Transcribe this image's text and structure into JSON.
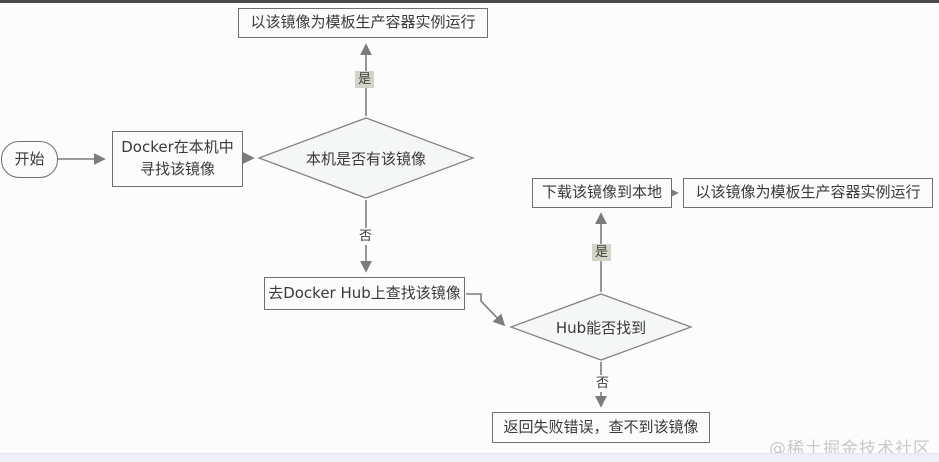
{
  "diagram": {
    "nodes": {
      "start": {
        "label": "开始"
      },
      "find_local": {
        "label": "Docker在本机中\n寻找该镜像"
      },
      "has_local": {
        "label": "本机是否有该镜像"
      },
      "run_top": {
        "label": "以该镜像为模板生产容器实例运行"
      },
      "search_hub": {
        "label": "去Docker Hub上查找该镜像"
      },
      "hub_found": {
        "label": "Hub能否找到"
      },
      "download": {
        "label": "下载该镜像到本地"
      },
      "run_right": {
        "label": "以该镜像为模板生产容器实例运行"
      },
      "fail": {
        "label": "返回失败错误，查不到该镜像"
      }
    },
    "edge_labels": {
      "has_local_yes": "是",
      "has_local_no": "否",
      "hub_found_yes": "是",
      "hub_found_no": "否"
    },
    "colors": {
      "background": "#fcfcfc",
      "shape_border": "#6f6f6f",
      "shape_fill": "#fbfbfb",
      "decision_fill": "#f5f6f6",
      "arrow": "#7c7c7c",
      "text": "#3a3a3a",
      "yes_label_bg": "#d4d4c6"
    }
  },
  "watermark": {
    "text": "@稀土掘金技术社区"
  }
}
